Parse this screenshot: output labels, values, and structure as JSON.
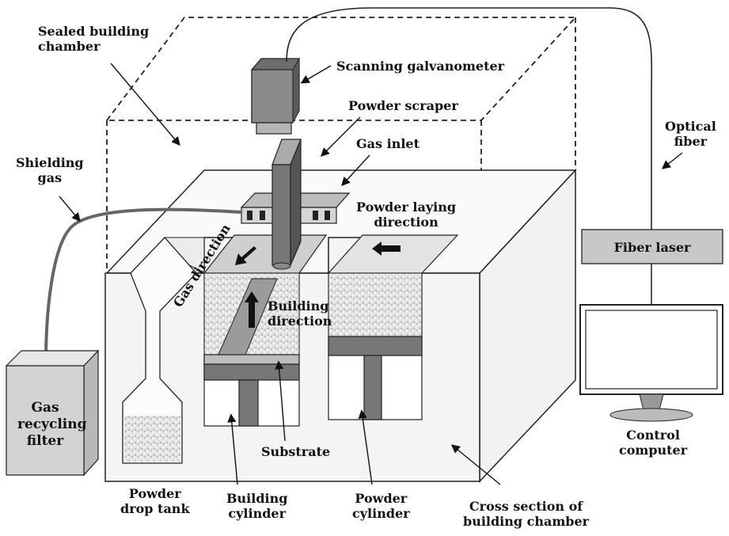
{
  "labels": {
    "sealed_chamber": [
      "Sealed building",
      "chamber"
    ],
    "scanning_galvanometer": "Scanning galvanometer",
    "powder_scraper": "Powder scraper",
    "gas_inlet": "Gas inlet",
    "optical_fiber": [
      "Optical",
      "fiber"
    ],
    "shielding_gas": [
      "Shielding",
      "gas"
    ],
    "powder_laying_direction": [
      "Powder laying",
      "direction"
    ],
    "gas_direction": "Gas direction",
    "building_direction": [
      "Building",
      "direction"
    ],
    "fiber_laser": "Fiber laser",
    "gas_recycling_filter": [
      "Gas",
      "recycling",
      "filter"
    ],
    "substrate": "Substrate",
    "control_computer": [
      "Control",
      "computer"
    ],
    "powder_drop_tank": [
      "Powder",
      "drop tank"
    ],
    "building_cylinder": [
      "Building",
      "cylinder"
    ],
    "powder_cylinder": [
      "Powder",
      "cylinder"
    ],
    "cross_section": [
      "Cross section of",
      "building chamber"
    ]
  },
  "colors": {
    "line": "#222222",
    "chamber_fill": "#f4f4f4",
    "piston_fill": "#777777",
    "powder_fill": "#d9d9d9",
    "box_fill": "#d6d6d6",
    "fiber_laser_fill": "#c8c8c8"
  }
}
